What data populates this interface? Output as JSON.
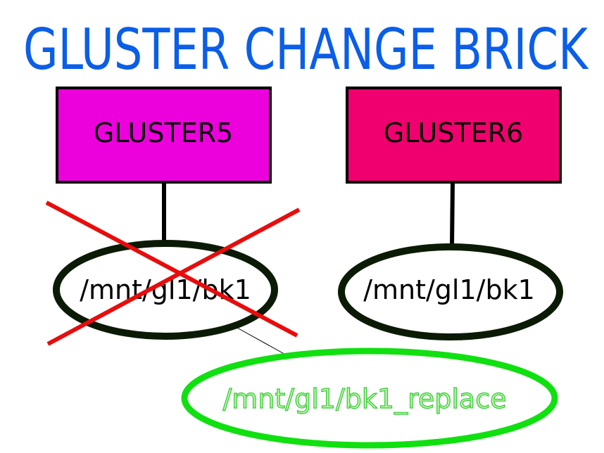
{
  "title": "GLUSTER CHANGE BRICK",
  "colors": {
    "title": "#0a5ee8",
    "server_left_fill": "#ec00dc",
    "server_right_fill": "#f0006e",
    "outline": "#000000",
    "brick_outline": "#0b1a04",
    "cross": "#e80c0c",
    "replace_outline": "#10e010",
    "replace_text_fill": "#b8f6a8",
    "replace_text_stroke": "#36c836"
  },
  "servers": [
    {
      "name": "GLUSTER5",
      "brick": "/mnt/gl1/bk1",
      "removed": true
    },
    {
      "name": "GLUSTER6",
      "brick": "/mnt/gl1/bk1",
      "removed": false
    }
  ],
  "replacement_brick": "/mnt/gl1/bk1_replace"
}
